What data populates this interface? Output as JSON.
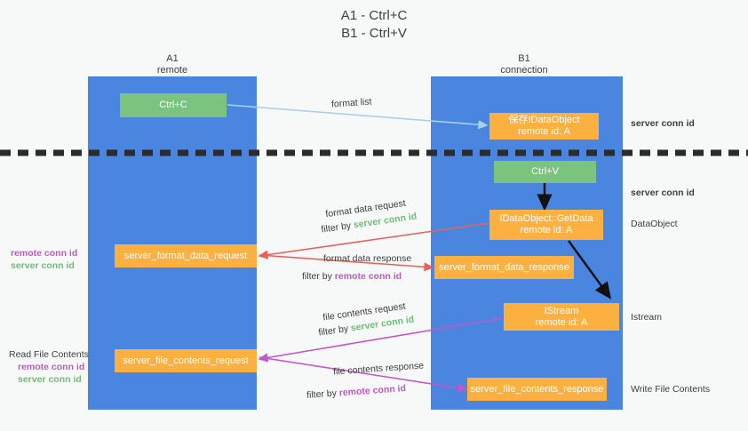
{
  "title": {
    "line1": "A1 - Ctrl+C",
    "line2": "B1 - Ctrl+V"
  },
  "colors": {
    "lane": "#4a86e0",
    "green_box": "#7bc47f",
    "orange_box": "#fcb040",
    "server_conn": "#6cbf73",
    "remote_conn": "#c356c8",
    "arrow_blue": "#a8d0f0",
    "arrow_red": "#e8615c",
    "arrow_magenta": "#c356c8",
    "arrow_black": "#111111",
    "background": "#f7f8f8"
  },
  "columns": [
    {
      "name": "A1",
      "sub": "remote"
    },
    {
      "name": "B1",
      "sub": "connection"
    }
  ],
  "boxes": {
    "ctrl_c": {
      "label": "Ctrl+C"
    },
    "store_idataobject": {
      "line1": "保存IDataObject",
      "line2": "remote id: A"
    },
    "ctrl_v": {
      "label": "Ctrl+V"
    },
    "getdata": {
      "line1": "IDataObject::GetData",
      "line2": "remote id: A"
    },
    "format_data_request": {
      "label": "server_format_data_request"
    },
    "format_data_response": {
      "label": "server_format_data_response"
    },
    "istream": {
      "line1": "IStream",
      "line2": "remote id: A"
    },
    "file_contents_request": {
      "label": "server_file_contents_request"
    },
    "file_contents_response": {
      "label": "server_file_contents_response"
    }
  },
  "edge_labels": {
    "format_list": "format list",
    "format_data_request": "format data request",
    "format_data_request_filter_prefix": "filter by ",
    "format_data_request_filter_value": "server conn id",
    "format_data_response": "format data response",
    "format_data_response_filter_prefix": "filter by ",
    "format_data_response_filter_value": "remote conn id",
    "file_contents_request": "file contents request",
    "file_contents_request_filter_prefix": "filter by ",
    "file_contents_request_filter_value": "server conn id",
    "file_contents_response": "file contents response",
    "file_contents_response_filter_prefix": "filter by ",
    "file_contents_response_filter_value": "remote conn id"
  },
  "right_annotations": {
    "server_conn_top": "server conn id",
    "server_conn_mid": "server conn id",
    "dataobject": "DataObject",
    "istream": "Istream",
    "write_file_contents": "Write File Contents"
  },
  "left_annotations": {
    "remote_conn_1": "remote conn id",
    "server_conn_1": "server conn id",
    "read_file_contents": "Read File Contents",
    "remote_conn_2": "remote conn id",
    "server_conn_2": "server conn id"
  }
}
